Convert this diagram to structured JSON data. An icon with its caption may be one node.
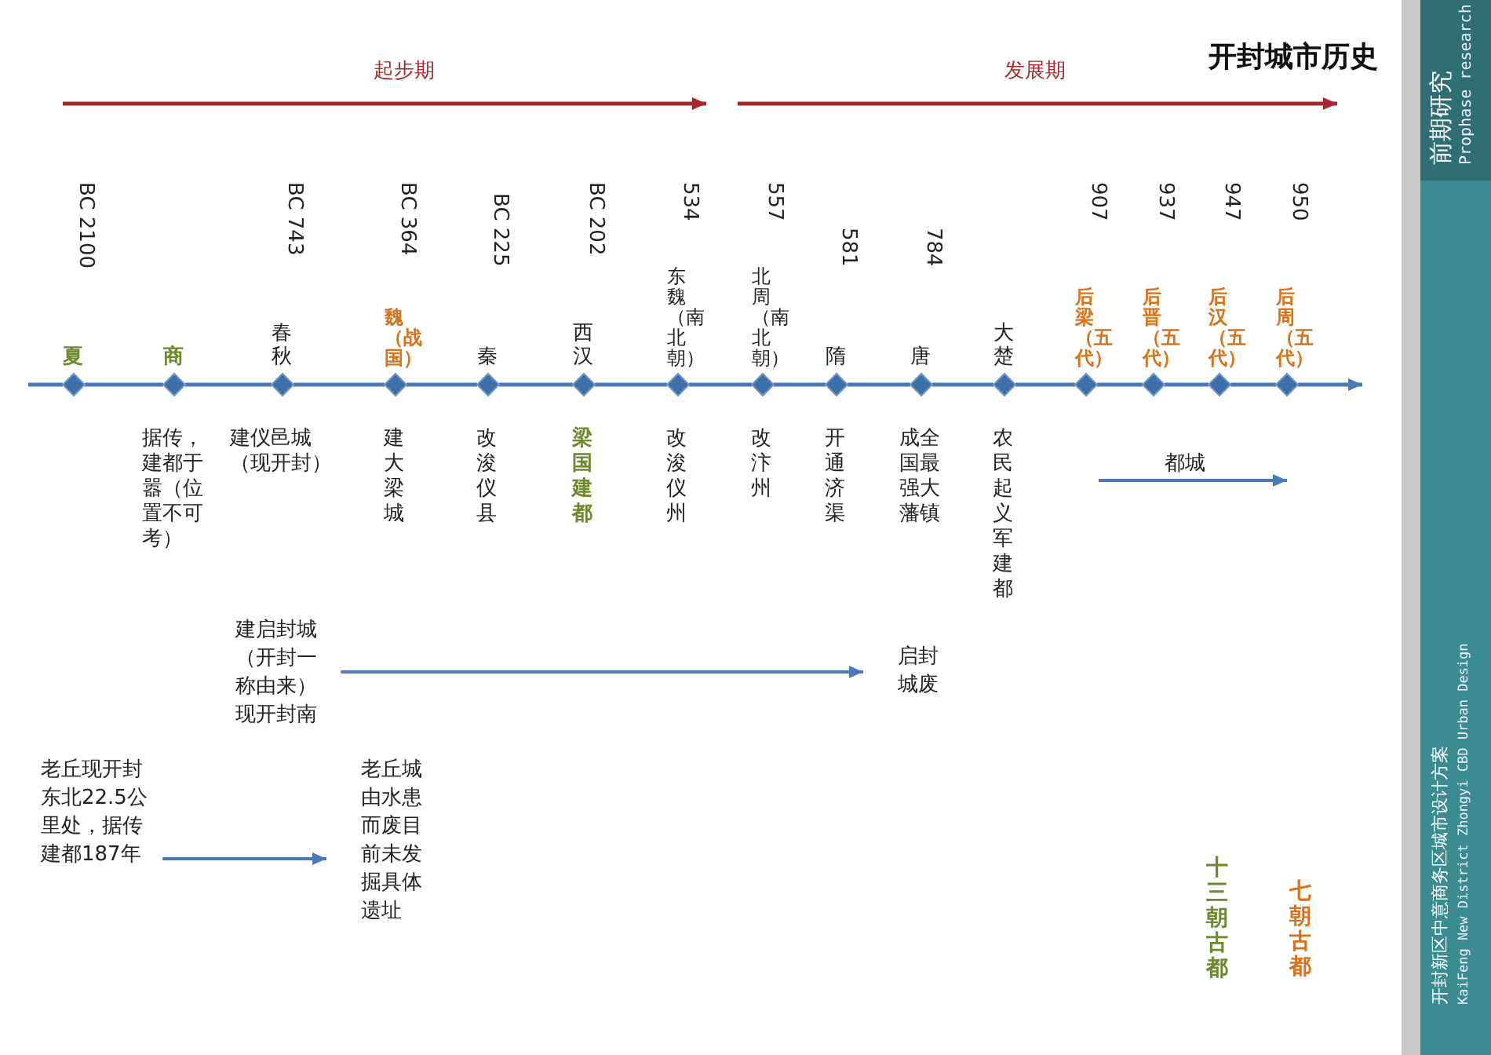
{
  "diagram": {
    "title": "开封城市历史",
    "nodes": [
      {
        "text": [
          "BC 2100",
          "夏"
        ]
      },
      {
        "text": [
          "商"
        ],
        "beside": [
          "据传，建都于嚣（位置不可考）"
        ]
      },
      {
        "text": [
          "BC 743",
          "春秋"
        ],
        "beside": [
          "建仪邑城（现开封）"
        ]
      },
      {
        "text": [
          "BC 364",
          "魏（战国）"
        ],
        "beside": [
          "建大梁城"
        ]
      },
      {
        "text": [
          "BC 225",
          "秦"
        ],
        "beside": [
          "改浚仪县"
        ]
      },
      {
        "text": [
          "BC 202",
          "西汉"
        ],
        "beside": [
          "梁国建都"
        ]
      },
      {
        "text": [
          "534",
          "东魏（南北朝）"
        ],
        "beside": [
          "改浚仪州"
        ]
      },
      {
        "text": [
          "557",
          "北周（南北朝）"
        ],
        "beside": [
          "改汴州"
        ]
      },
      {
        "text": [
          "581",
          "隋"
        ],
        "beside": [
          "开通济渠"
        ]
      },
      {
        "text": [
          "784",
          "唐"
        ],
        "beside": [
          "成全国最强大藩镇"
        ]
      },
      {
        "text": [
          "大楚"
        ],
        "beside": [
          "农民起义军建都"
        ]
      },
      {
        "text": [
          "907",
          "后梁（五代）"
        ]
      },
      {
        "text": [
          "937",
          "后晋（五代）"
        ]
      },
      {
        "text": [
          "947",
          "后汉（五代）"
        ]
      },
      {
        "text": [
          "950",
          "后周（五代）"
        ]
      },
      {
        "text": [
          "建启封城（开封一称由来）现开封南"
        ]
      },
      {
        "text": [
          "启封城废"
        ]
      },
      {
        "text": [
          "老丘现开封东北22.5公里处，据传建都187年"
        ]
      },
      {
        "text": [
          "老丘城由水患而废目前未发掘具体遗址"
        ]
      }
    ],
    "edges": [
      {
        "from": null,
        "to": 0,
        "arrow": "none"
      },
      {
        "from": 0,
        "to": 1,
        "arrow": "none"
      },
      {
        "from": 1,
        "to": 2,
        "arrow": "none"
      },
      {
        "from": 2,
        "to": 3,
        "arrow": "none"
      },
      {
        "from": 3,
        "to": 4,
        "arrow": "none"
      },
      {
        "from": 4,
        "to": 5,
        "arrow": "none"
      },
      {
        "from": 5,
        "to": 6,
        "arrow": "none"
      },
      {
        "from": 6,
        "to": 7,
        "arrow": "none"
      },
      {
        "from": 7,
        "to": 8,
        "arrow": "none"
      },
      {
        "from": 8,
        "to": 9,
        "arrow": "none"
      },
      {
        "from": 9,
        "to": 10,
        "arrow": "none"
      },
      {
        "from": 10,
        "to": 11,
        "arrow": "none"
      },
      {
        "from": 11,
        "to": 12,
        "arrow": "none"
      },
      {
        "from": 12,
        "to": 13,
        "arrow": "none"
      },
      {
        "from": 13,
        "to": 14,
        "arrow": "none"
      },
      {
        "from": 14,
        "to": null,
        "arrow": "to"
      },
      {
        "from": 15,
        "to": 16,
        "arrow": "to"
      },
      {
        "from": 17,
        "to": 18,
        "arrow": "to"
      }
    ],
    "labels": [
      "起步期",
      "发展期",
      "都城",
      "十三朝古都",
      "七朝古都",
      "前期研究",
      "Prophase research",
      "开封新区中意商务区城市设计方案",
      "KaiFeng New District Zhongyi CBD Urban Design"
    ]
  }
}
